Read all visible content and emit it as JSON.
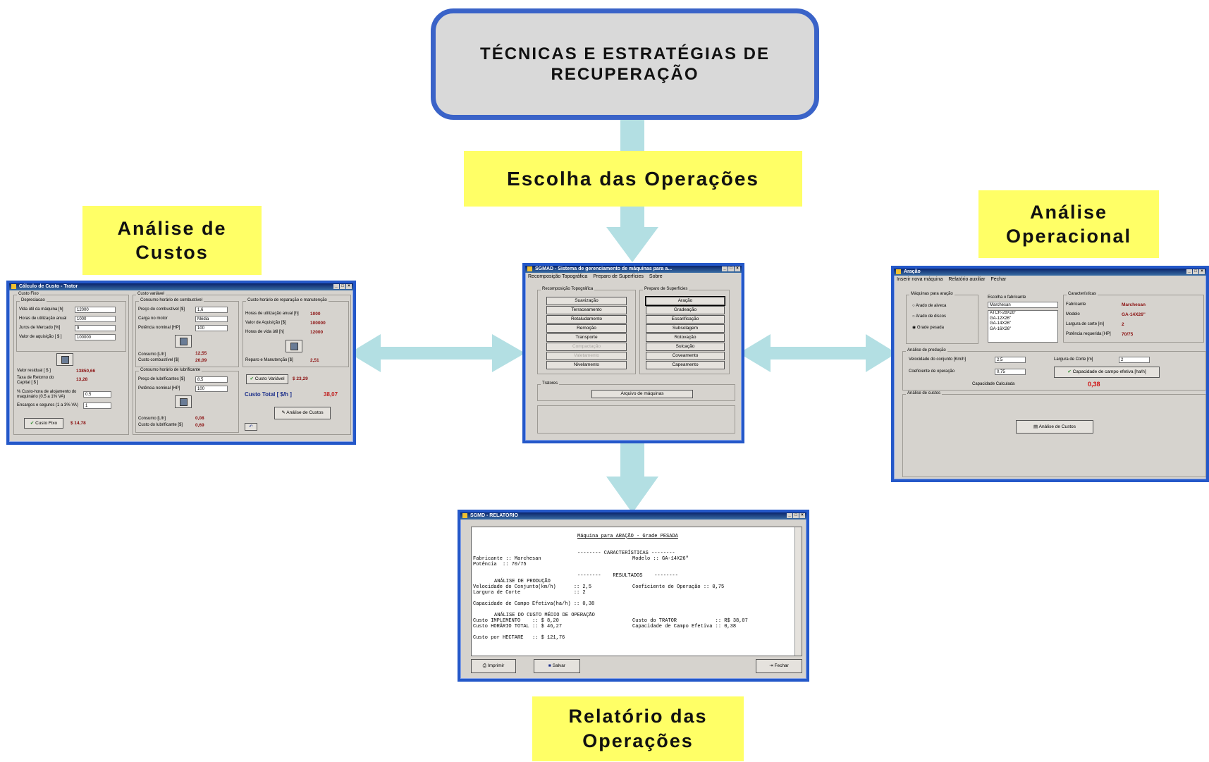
{
  "title": "TÉCNICAS E ESTRATÉGIAS DE\nRECUPERAÇÃO",
  "labels": {
    "escolha": "Escolha das Operações",
    "custos": "Análise de\nCustos",
    "operacional": "Análise\nOperacional",
    "relatorio": "Relatório das\nOperações"
  },
  "colors": {
    "accent_border": "#3a63c8",
    "label_bg": "#ffff66",
    "arrow": "#b3dfe3",
    "title_bg": "#d9d9d9"
  },
  "custo_window": {
    "title": "Cálculo de Custo - Trator",
    "custo_fixo": "Custo Fixo",
    "depreciacao": "Depreciacao",
    "fields": [
      {
        "label": "Vida útil da máquina [h]",
        "value": "12000"
      },
      {
        "label": "Horas de utilização anual",
        "value": "1000"
      },
      {
        "label": "Juros de Mercado [%]",
        "value": "9"
      },
      {
        "label": "Valor de aquisição [ $ ]",
        "value": "100000"
      }
    ],
    "valor_residual_label": "Valor residual [ $ ]",
    "valor_residual": "13850,66",
    "taxa_label": "Taxa de Retorno do\nCapital [ $ ]",
    "taxa": "13,28",
    "alojamento_label": "% Custo-hora de alojamento do\nmaquinário (0.5 a 1% VA)",
    "alojamento": "0.5",
    "encargos_label": "Encargos e seguros (1 a 3% VA)",
    "encargos": "1",
    "custo_fixo_btn": "Custo Fixo",
    "custo_fixo_val": "$ 14,78",
    "custo_variavel": "Custo variável",
    "comb_group": "Consumo horário de combustível",
    "comb_fields": [
      {
        "label": "Preço do combustível [$]",
        "value": "1,6"
      },
      {
        "label": "Carga no motor",
        "value": "Média"
      },
      {
        "label": "Potência nominal [HP]",
        "value": "100"
      }
    ],
    "consumo_label": "Consumo [L/h]",
    "consumo": "12,55",
    "custo_comb_label": "Custo combustível [$]",
    "custo_comb": "20,09",
    "lub_group": "Consumo horário de lubrificante",
    "lub_fields": [
      {
        "label": "Preço de lubrificantes [$]",
        "value": "8,5"
      },
      {
        "label": "Potência nominal [HP]",
        "value": "100"
      }
    ],
    "consumo_lub_label": "Consumo [L/h]",
    "consumo_lub": "0,08",
    "custo_lub_label": "Custo do lubrificante [$]",
    "custo_lub": "0,69",
    "rep_group": "Custo horário de reparação e manutenção",
    "rep_fields": [
      {
        "label": "Horas de utilização anual [h]",
        "value": "1000"
      },
      {
        "label": "Valor de Aquisição [$]",
        "value": "100000"
      },
      {
        "label": "Horas de vida útil [h]",
        "value": "12000"
      }
    ],
    "rep_total_label": "Reparo e Manutenção [$]",
    "rep_total": "2,51",
    "custo_var_btn": "Custo Variável",
    "custo_var_val": "$ 23,29",
    "custo_total_label": "Custo Total [ $/h ]",
    "custo_total": "38,07",
    "analise_btn": "Análise de Custos",
    "undo_icon": "undo-icon"
  },
  "sgmad_window": {
    "title": "SGMAD - Sistema de gerenciamento de máquinas para a...",
    "menu": [
      "Recomposição Topográfica",
      "Preparo de Superfícies",
      "Sobre"
    ],
    "rec_group": "Recomposição Topográfica",
    "rec_buttons": [
      {
        "label": "Suavização",
        "enabled": true
      },
      {
        "label": "Terraceamento",
        "enabled": true
      },
      {
        "label": "Retaludamento",
        "enabled": true
      },
      {
        "label": "Remoção",
        "enabled": true
      },
      {
        "label": "Transporte",
        "enabled": true
      },
      {
        "label": "Compactação",
        "enabled": false
      },
      {
        "label": "Valetamento",
        "enabled": false
      },
      {
        "label": "Nivelamento",
        "enabled": true
      }
    ],
    "prep_group": "Preparo de Superfícies",
    "prep_buttons": [
      "Aração",
      "Gradeação",
      "Escarificação",
      "Subsolagem",
      "Rotovação",
      "Sulcação",
      "Coveamento",
      "Capeamento"
    ],
    "tratores": "Tratores",
    "arquivo_btn": "Arquivo de máquinas"
  },
  "aracao_window": {
    "title": "Aração",
    "menu": [
      "Inserir nova máquina",
      "Relatório auxiliar",
      "Fechar"
    ],
    "maquinas_group": "Máquinas para aração",
    "options": [
      {
        "label": "Arado de aiveca",
        "selected": false
      },
      {
        "label": "Arado de discos",
        "selected": false
      },
      {
        "label": "Grade pesada",
        "selected": true
      }
    ],
    "escolha_label": "Escolha o fabricante",
    "fabricante_select": "Marchesan",
    "modelos": [
      "ATCR-28X28\"",
      "GA-12X26\"",
      "GA-14X26\"",
      "GA-16X26\""
    ],
    "carac_group": "Características",
    "carac": [
      {
        "label": "Fabricante",
        "value": "Marchesan"
      },
      {
        "label": "Modelo",
        "value": "GA-14X26\""
      },
      {
        "label": "Largura de corte [m]",
        "value": "2"
      },
      {
        "label": "Potência requerida [HP]",
        "value": "70/75"
      }
    ],
    "producao_group": "Análise de produção",
    "velocidade_label": "Velocidade do conjunto [Km/h]",
    "velocidade": "2,5",
    "largura_label": "Largura de Corte [m]",
    "largura": "2",
    "coef_label": "Coeficiente de operação",
    "coef": "0,75",
    "capacidade_btn": "Capacidade de campo efetiva [ha/h]",
    "capacidade_label": "Capacidade Calculada",
    "capacidade": "0,38",
    "custos_group": "Análise de custos",
    "analise_btn": "Análise de Custos"
  },
  "relatorio_window": {
    "title": "SGMD - RELATÓRIO",
    "report_title": "Máquina para ARAÇÃO - Grade PESADA",
    "carac_header": "-------- CARACTERÍSTICAS --------",
    "fabricante_line": "Fabricante :: Marchesan",
    "modelo_line": "Modelo :: GA-14X26\"",
    "potencia_line": "Potência  :: 70/75",
    "resultados_header": "--------    RESULTADOS    --------",
    "producao_header": "ANÁLISE DE PRODUÇÃO",
    "velocidade_line": "Velocidade do Conjunto(km/h)      :: 2,5",
    "coef_line": "Coeficiente de Operação :: 0,75",
    "largura_line": "Largura de Corte                  :: 2",
    "capacidade_line": "Capacidade de Campo Efetiva(ha/h) :: 0,38",
    "custo_header": "ANÁLISE DO CUSTO MÉDIO DE OPERAÇÃO",
    "custo_impl_line": "Custo IMPLEMENTO    :: $ 8,20",
    "custo_trator_line": "Custo do TRATOR             :: R$ 38,07",
    "custo_horario_line": "Custo HORÁRIO TOTAL :: $ 46,27",
    "cap_campo_line": "Capacidade de Campo Efetiva :: 0,38",
    "hectare_line": "Custo por HECTARE   :: $ 121,76",
    "buttons": [
      "Imprimir",
      "Salvar",
      "Fechar"
    ]
  }
}
